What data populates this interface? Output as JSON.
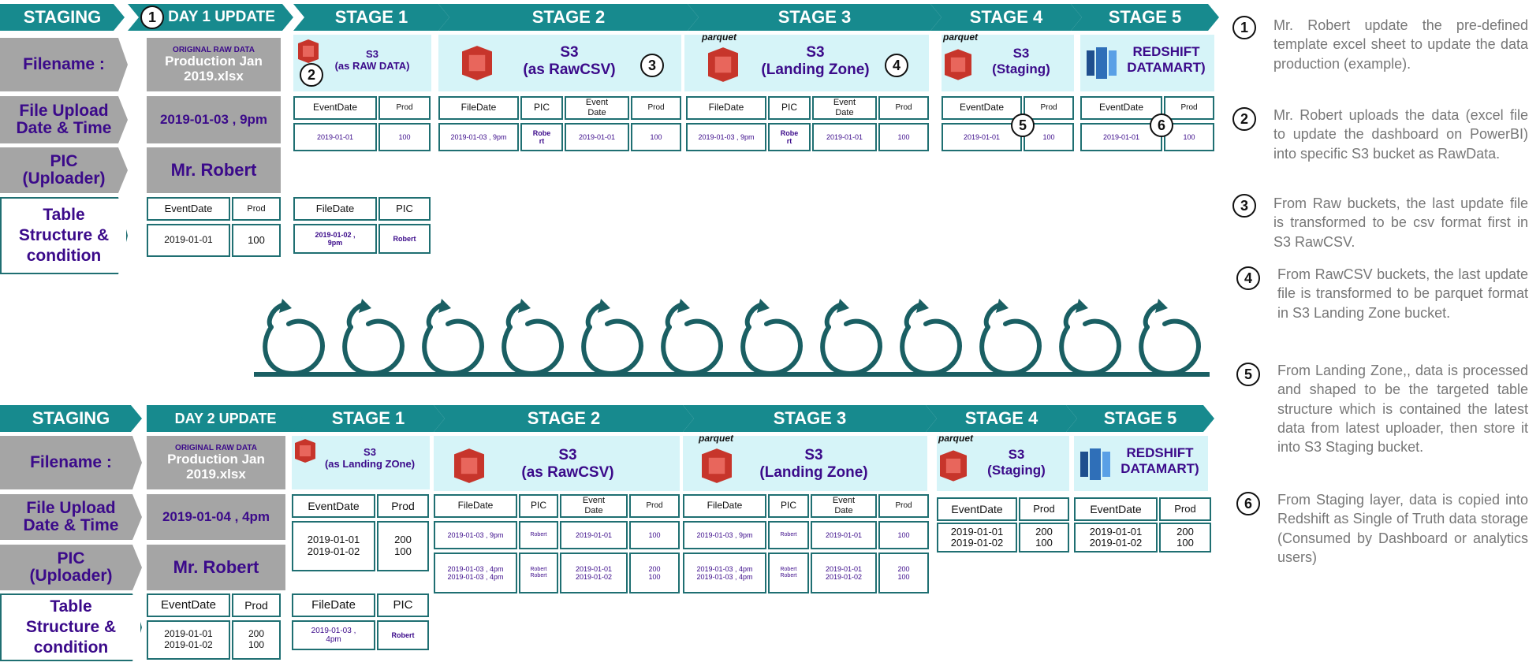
{
  "staging_label": "STAGING",
  "day1_label": "DAY 1 UPDATE",
  "day2_label": "DAY 2 UPDATE",
  "stages": [
    "STAGE 1",
    "STAGE 2",
    "STAGE 3",
    "STAGE 4",
    "STAGE 5"
  ],
  "row_labels": {
    "filename": "Filename :",
    "upload": "File Upload\nDate & Time",
    "pic": "PIC\n(Uploader)",
    "table": "Table\nStructure &\ncondition"
  },
  "raw_tag": "ORIGINAL RAW DATA",
  "file_name": "Production Jan\n2019.xlsx",
  "day1_upload": "2019-01-03 , 9pm",
  "day2_upload": "2019-01-04 , 4pm",
  "uploader": "Mr. Robert",
  "parquet": "parquet",
  "stage_titles": {
    "s1_day1": "S3\n(as RAW DATA)",
    "s1_day2": "S3\n(as Landing ZOne)",
    "s2": "S3\n(as RawCSV)",
    "s3": "S3\n(Landing Zone)",
    "s4": "S3\n(Staging)",
    "s5": "REDSHIFT\nDATAMART)"
  },
  "headers": {
    "event_date": "EventDate",
    "event_date_short": "Event\nDate",
    "prod": "Prod",
    "file_date": "FileDate",
    "pic": "PIC"
  },
  "values": {
    "d1": "2019-01-01",
    "p100": "100",
    "d12": "2019-01-01\n2019-01-02",
    "p200_100": "200\n100",
    "fd_day1": "2019-01-03 , 9pm",
    "fd_day1_s1": "2019-01-02 ,\n9pm",
    "fd_day2_s1": "2019-01-03 ,\n4pm",
    "fd_day2_b": "2019-01-03 , 4pm\n2019-01-03 , 4pm",
    "robert": "Robert",
    "robert_split": "Robe\nrt",
    "robert_double": "Robert\nRobert"
  },
  "notes": [
    {
      "n": "1",
      "text": "Mr. Robert update the pre-defined template excel sheet to update the data production (example)."
    },
    {
      "n": "2",
      "text": "Mr. Robert uploads the data (excel file to update the dashboard on PowerBI) into specific S3 bucket as RawData."
    },
    {
      "n": "3",
      "text": "From Raw buckets, the last update file is transformed to be csv format first in S3 RawCSV."
    },
    {
      "n": "4",
      "text": "From RawCSV buckets, the last update file is transformed to be parquet format in S3 Landing Zone bucket."
    },
    {
      "n": "5",
      "text": "From Landing Zone,, data is processed and shaped to be the targeted table structure which is contained the latest data from latest uploader, then store it into S3 Staging bucket."
    },
    {
      "n": "6",
      "text": "From Staging layer, data is copied into Redshift as Single of Truth data storage (Consumed by Dashboard or analytics users)"
    }
  ],
  "markers": [
    "1",
    "2",
    "3",
    "4",
    "5",
    "6"
  ],
  "colors": {
    "teal": "#178a8e",
    "grey": "#a5a5a5",
    "panel": "#d6f4f8",
    "purple": "#3b0a8a",
    "s3_red": "#c7352b",
    "redshift_blue": "#2f6fb8"
  }
}
